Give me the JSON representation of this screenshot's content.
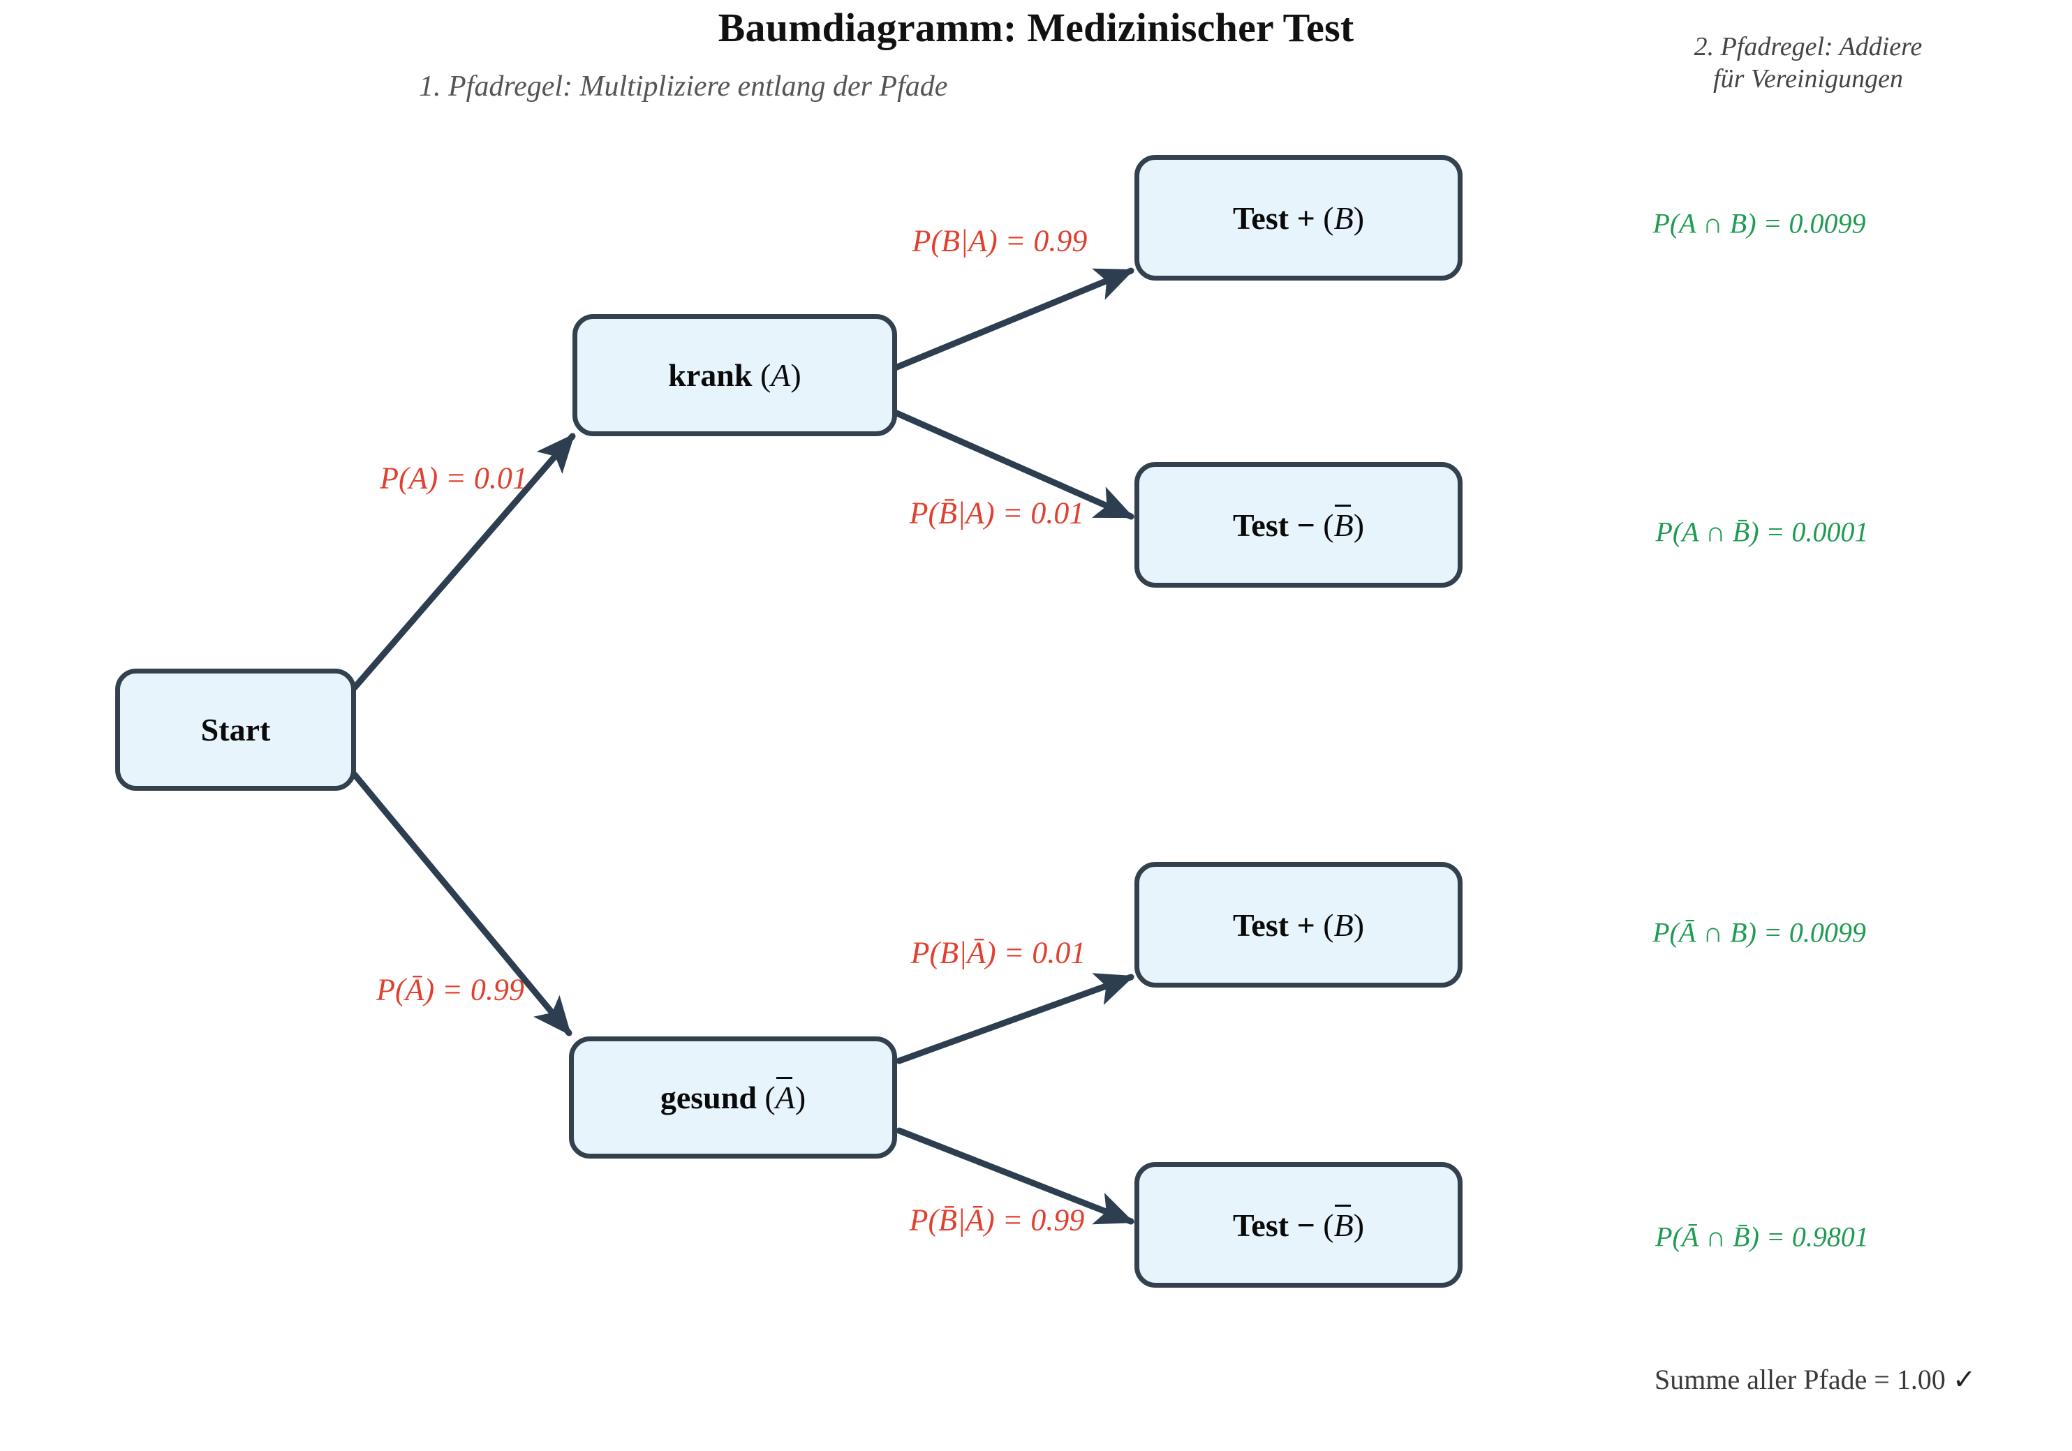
{
  "title": "Baumdiagramm: Medizinischer Test",
  "subtitle_left": "1. Pfadregel: Multipliziere entlang der Pfade",
  "subtitle_right_line1": "2. Pfadregel: Addiere",
  "subtitle_right_line2": "für Vereinigungen",
  "colors": {
    "node_fill": "#e8f4fc",
    "node_border": "#33414f",
    "edge_line": "#2c3e50",
    "edge_label": "#e0402f",
    "result_label": "#1f9b52",
    "title": "#111111",
    "subtitle": "#555555",
    "summary": "#3a3a3a"
  },
  "nodes": {
    "start": {
      "label": "Start"
    },
    "krank": {
      "word": "krank",
      "paren_open": "(",
      "symbol": "A",
      "paren_close": ")"
    },
    "gesund": {
      "word": "gesund",
      "paren_open": "(",
      "symbol": "A",
      "overbar": true,
      "paren_close": ")"
    },
    "leaf_top_pos": {
      "word": "Test",
      "sign": "+",
      "paren_open": "(",
      "symbol": "B",
      "paren_close": ")"
    },
    "leaf_top_neg": {
      "word": "Test",
      "sign": "−",
      "paren_open": "(",
      "symbol": "B",
      "overbar": true,
      "paren_close": ")"
    },
    "leaf_bot_pos": {
      "word": "Test",
      "sign": "+",
      "paren_open": "(",
      "symbol": "B",
      "paren_close": ")"
    },
    "leaf_bot_neg": {
      "word": "Test",
      "sign": "−",
      "paren_open": "(",
      "symbol": "B",
      "overbar": true,
      "paren_close": ")"
    }
  },
  "edge_labels": {
    "start_to_krank": {
      "text": "P(A) = 0.01",
      "value": 0.01
    },
    "start_to_gesund": {
      "text": "P(Ā) = 0.99",
      "value": 0.99
    },
    "krank_to_pos": {
      "text": "P(B|A) = 0.99",
      "value": 0.99
    },
    "krank_to_neg": {
      "text": "P(B̄|A) = 0.01",
      "value": 0.01
    },
    "gesund_to_pos": {
      "text": "P(B|Ā) = 0.01",
      "value": 0.01
    },
    "gesund_to_neg": {
      "text": "P(B̄|Ā) = 0.99",
      "value": 0.99
    }
  },
  "results": {
    "r1": {
      "text": "P(A ∩ B) = 0.0099",
      "value": 0.0099
    },
    "r2": {
      "text": "P(A ∩ B̄) = 0.0001",
      "value": 0.0001
    },
    "r3": {
      "text": "P(Ā ∩ B) = 0.0099",
      "value": 0.0099
    },
    "r4": {
      "text": "P(Ā ∩ B̄) = 0.9801",
      "value": 0.9801
    }
  },
  "summary": {
    "text": "Summe aller Pfade = 1.00",
    "check": "✓",
    "total": 1.0
  }
}
